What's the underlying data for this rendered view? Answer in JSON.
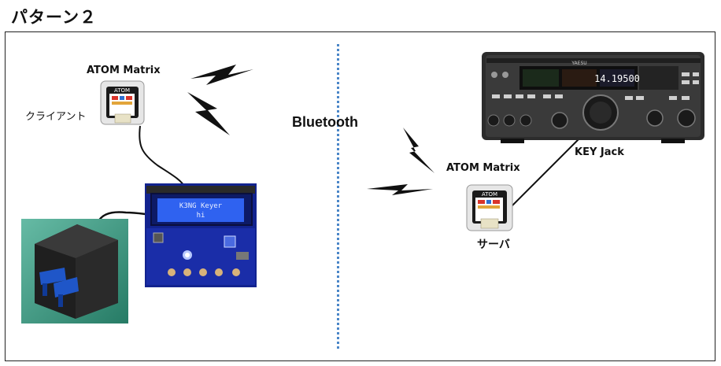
{
  "title": "パターン２",
  "client": {
    "device_label": "ATOM Matrix",
    "role_label": "クライアント",
    "device_face": "ATOM"
  },
  "link_label": "Bluetooth",
  "keyer": {
    "lcd_line1": "K3NG Keyer",
    "lcd_line2": "hi"
  },
  "server": {
    "device_label": "ATOM Matrix",
    "role_label": "サーバ",
    "device_face": "ATOM"
  },
  "radio": {
    "jack_label": "KEY Jack",
    "frequency": "14.19500",
    "brand": "YAESU"
  }
}
